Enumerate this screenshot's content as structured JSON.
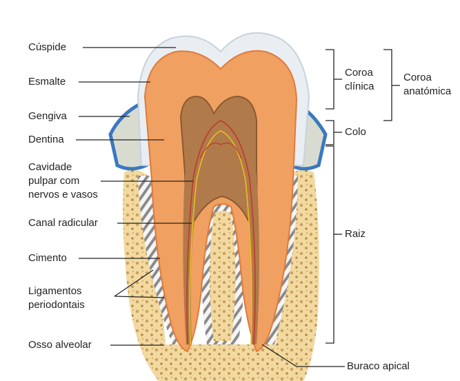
{
  "labels": {
    "cuspide": "Cúspide",
    "esmalte": "Esmalte",
    "gengiva": "Gengiva",
    "dentina": "Dentina",
    "cavidade_1": "Cavidade",
    "cavidade_2": "pulpar com",
    "cavidade_3": "nervos e vasos",
    "canal": "Canal radicular",
    "cimento": "Cimento",
    "ligamentos_1": "Ligamentos",
    "ligamentos_2": "periodontais",
    "osso": "Osso alveolar",
    "coroa_clinica_1": "Coroa",
    "coroa_clinica_2": "clínica",
    "coroa_anatomica_1": "Coroa",
    "coroa_anatomica_2": "anatómica",
    "colo": "Colo",
    "raiz": "Raiz",
    "buraco": "Buraco apical"
  },
  "colors": {
    "enamel": "#e9eef3",
    "dentin": "#f0a060",
    "dentin_dark": "#e07a3a",
    "pulp": "#b07a4a",
    "bone": "#f2d9a0",
    "bone_dot": "#c9a060",
    "gum": "#3a78c0",
    "nerve_red": "#c0392b",
    "nerve_yellow": "#e8c020",
    "line": "#222222"
  }
}
